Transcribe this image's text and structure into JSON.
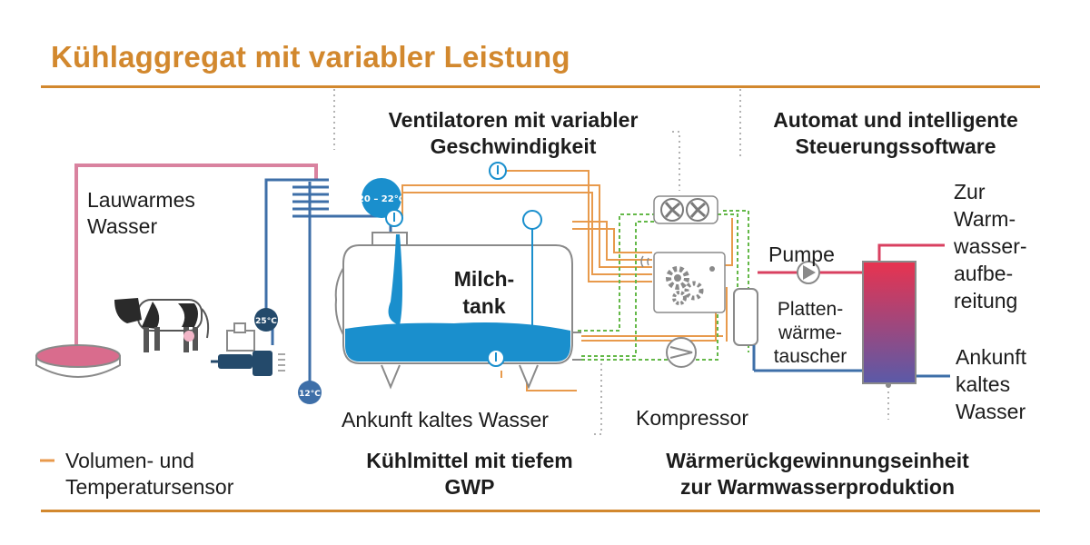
{
  "title": "Kühlaggregat mit variabler Leistung",
  "labels": {
    "fans": [
      "Ventilatoren mit variabler",
      "Geschwindigkeit"
    ],
    "automat": [
      "Automat und intelligente",
      "Steuerungssoftware"
    ],
    "lauwarm": [
      "Lauwarmes",
      "Wasser"
    ],
    "milchtank": [
      "Milch-",
      "tank"
    ],
    "pumpe": "Pumpe",
    "platten": [
      "Platten-",
      "wärme-",
      "tauscher"
    ],
    "zur_warm": [
      "Zur",
      "Warm-",
      "wasser-",
      "aufbe-",
      "reitung"
    ],
    "ankunft_right": [
      "Ankunft",
      "kaltes",
      "Wasser"
    ],
    "ankunft_tank": "Ankunft kaltes Wasser",
    "kompressor": "Kompressor",
    "legend": [
      "Volumen- und",
      "Temperatursensor"
    ],
    "kuehlmittel": [
      "Kühlmittel mit tiefem",
      "GWP"
    ],
    "waerme": [
      "Wärmerückgewinnungseinheit",
      "zur Warmwasserproduktion"
    ]
  },
  "temps": {
    "tank_range": "20 – 22°C",
    "cow_temp": "25°C",
    "cold_temp": "12°C"
  },
  "colors": {
    "accent": "#d2882e",
    "pink": "#d9829f",
    "blue_dark": "#3e6fa8",
    "milk_blue": "#1a8fcd",
    "orange_line": "#e89a4c",
    "green_dashed": "#64b848",
    "gray": "#8a8a8a"
  },
  "icons": [
    "thermometer-icon",
    "level-sensor-icon",
    "fan-icon",
    "gears-icon",
    "compressor-icon",
    "pump-icon",
    "cow-icon",
    "pool-icon",
    "heat-coil-icon"
  ]
}
